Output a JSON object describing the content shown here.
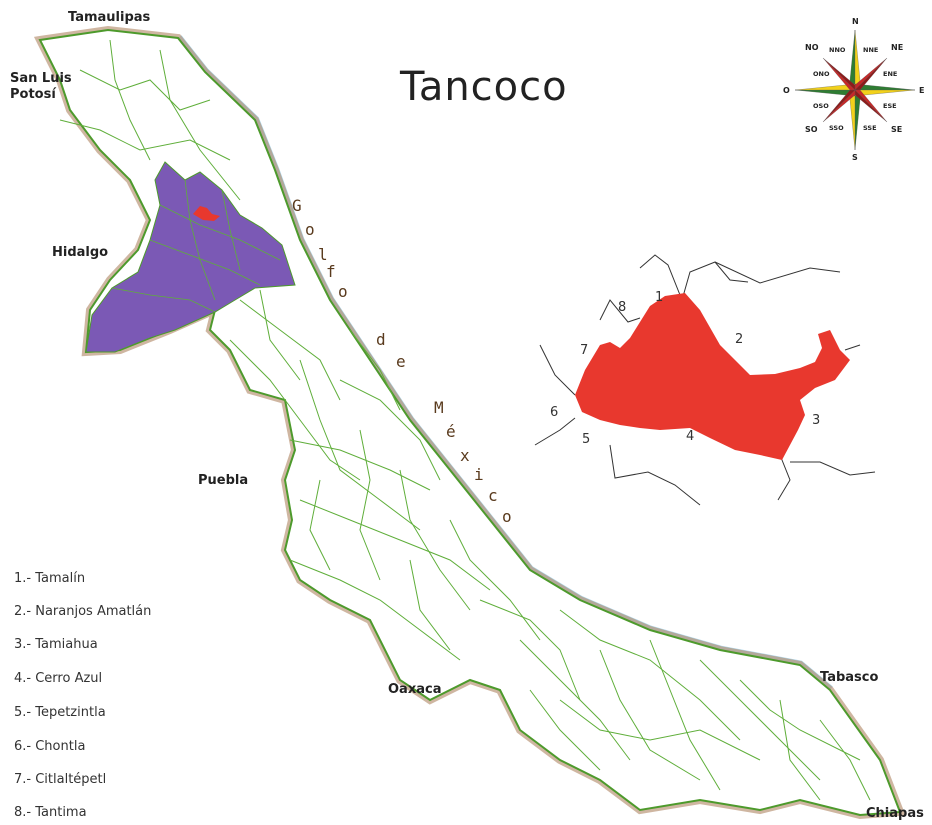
{
  "title": "Tancoco",
  "neighbors": {
    "tamaulipas": "Tamaulipas",
    "san_luis_potosi_line1": "San Luis",
    "san_luis_potosi_line2": "Potosí",
    "hidalgo": "Hidalgo",
    "puebla": "Puebla",
    "oaxaca": "Oaxaca",
    "tabasco": "Tabasco",
    "chiapas": "Chiapas"
  },
  "gulf_letters": {
    "g": "G",
    "o1": "o",
    "l": "l",
    "f": "f",
    "o2": "o",
    "d": "d",
    "e": "e",
    "m": "M",
    "e2": "é",
    "x": "x",
    "i": "i",
    "c": "c",
    "o3": "o"
  },
  "compass": {
    "n": "N",
    "nne": "NNE",
    "ne": "NE",
    "ene": "ENE",
    "e": "E",
    "ese": "ESE",
    "se": "SE",
    "sse": "SSE",
    "s": "S",
    "sso": "SSO",
    "so": "SO",
    "oso": "OSO",
    "o": "O",
    "ono": "ONO",
    "no": "NO",
    "nno": "NNO"
  },
  "inset_numbers": [
    "1",
    "2",
    "3",
    "4",
    "5",
    "6",
    "7",
    "8"
  ],
  "legend": [
    "1.- Tamalín",
    "2.- Naranjos Amatlán",
    "3.- Tamiahua",
    "4.- Cerro Azul",
    "5.- Tepetzintla",
    "6.- Chontla",
    "7.- Citlaltépetl",
    "8.- Tantima"
  ],
  "colors": {
    "state_outline": "#4d9a2c",
    "border_shadow": "#b58f6e",
    "coast": "#8ec7e6",
    "region": "#7b59b5",
    "municipality": "#e8382e"
  }
}
